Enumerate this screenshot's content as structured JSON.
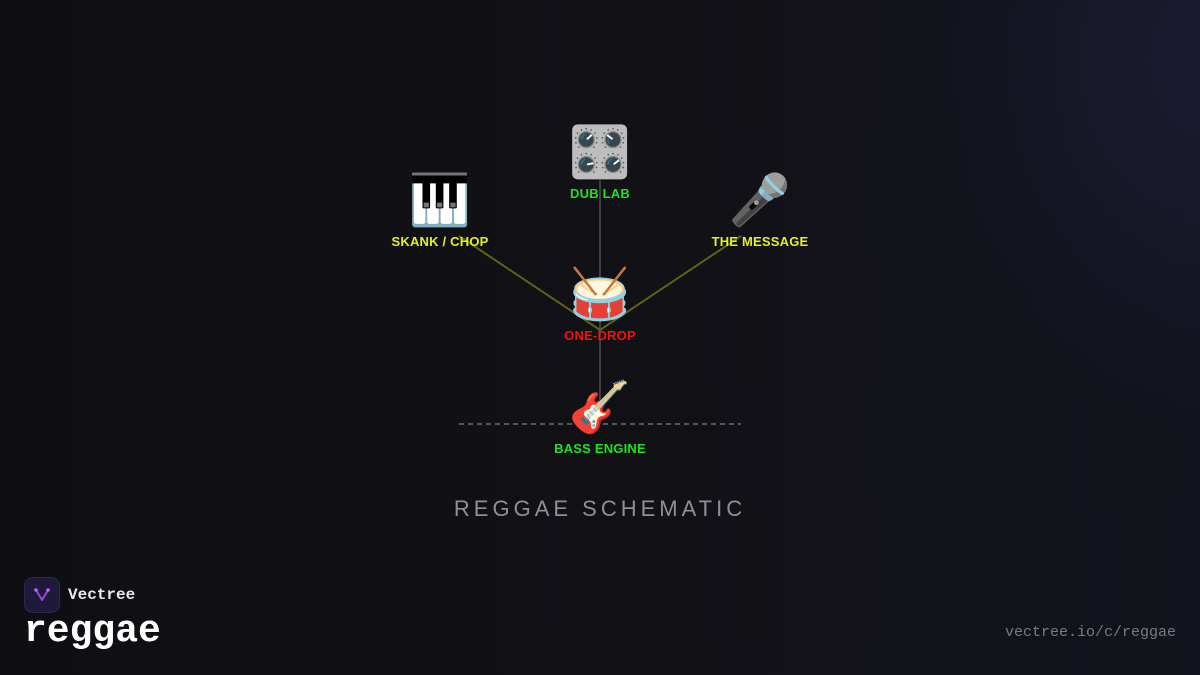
{
  "nodes": {
    "dub_lab": {
      "icon": "mixer-knobs-icon",
      "emoji": "🎛️",
      "label": "DUB LAB",
      "color": "#22e01f"
    },
    "skank_chop": {
      "icon": "piano-keys-icon",
      "emoji": "🎹",
      "label": "SKANK / CHOP",
      "color": "#e6f01a"
    },
    "the_message": {
      "icon": "microphone-icon",
      "emoji": "🎤",
      "label": "THE MESSAGE",
      "color": "#e6f01a"
    },
    "one_drop": {
      "icon": "drum-icon",
      "emoji": "🥁",
      "label": "ONE-DROP",
      "color": "#f0140f"
    },
    "bass_engine": {
      "icon": "guitar-icon",
      "emoji": "🎸",
      "label": "BASS ENGINE",
      "color": "#22e01f"
    }
  },
  "diagram_title": "REGGAE SCHEMATIC",
  "brand": {
    "name": "Vectree",
    "icon": "vectree-logo-icon"
  },
  "page_heading": "reggae",
  "url": "vectree.io/c/reggae",
  "colors": {
    "connector_olive": "#5a6412",
    "connector_gray": "#5c5c62",
    "ground_line": "#55555c"
  }
}
